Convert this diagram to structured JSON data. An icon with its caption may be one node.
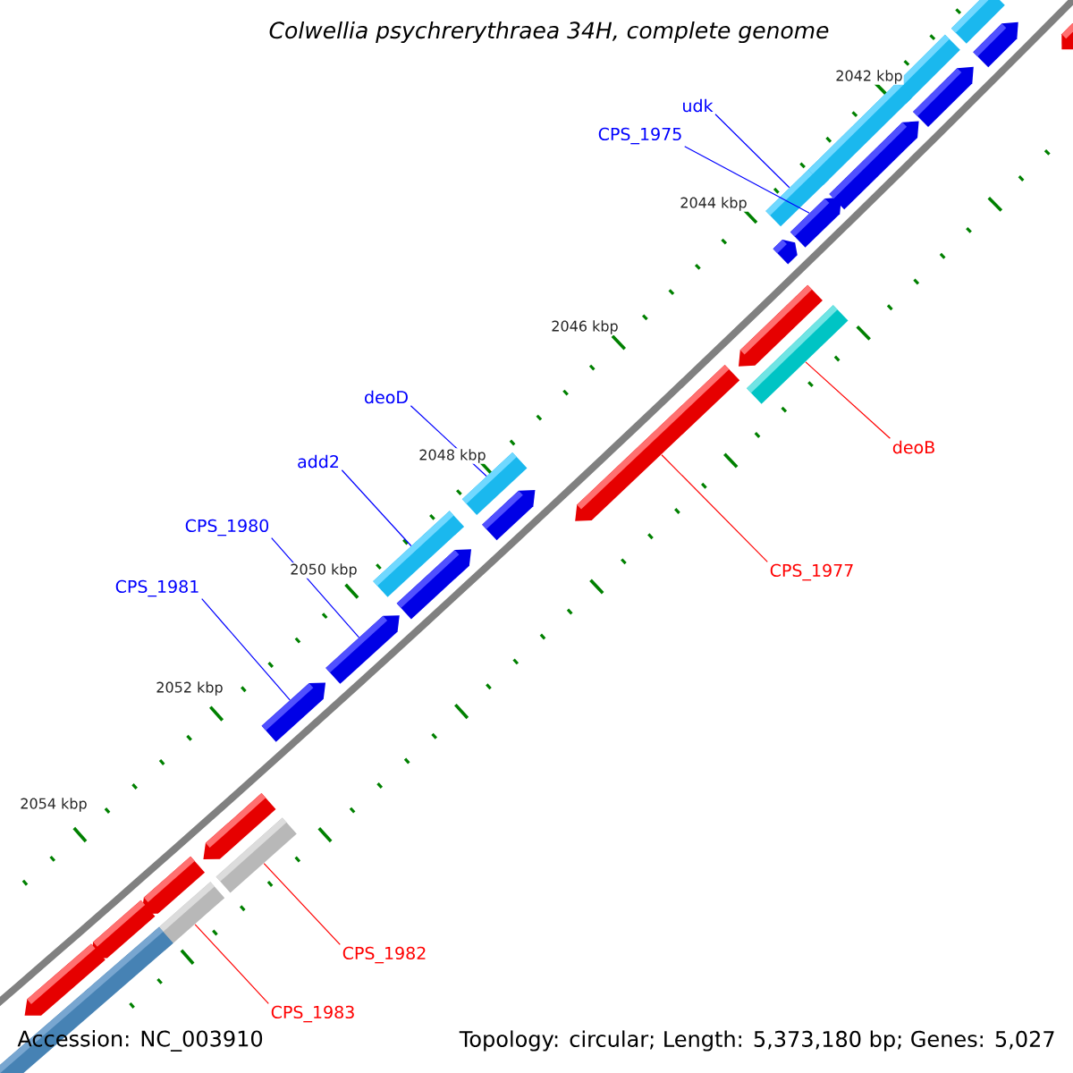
{
  "diagram": {
    "title": "Colwellia psychrerythraea 34H, complete genome",
    "nodes": [
      {
        "text": [
          "udk"
        ]
      },
      {
        "text": [
          "CPS_1975"
        ]
      },
      {
        "text": [
          "deoD"
        ]
      },
      {
        "text": [
          "deoB"
        ]
      },
      {
        "text": [
          "add2"
        ]
      },
      {
        "text": [
          "CPS_1980"
        ]
      },
      {
        "text": [
          "CPS_1977"
        ]
      },
      {
        "text": [
          "CPS_1981"
        ]
      },
      {
        "text": [
          "CPS_1982"
        ]
      },
      {
        "text": [
          "CPS_1983"
        ]
      },
      {
        "text": [],
        "shape": "bar"
      },
      {
        "text": [],
        "shape": "bar"
      },
      {
        "text": [],
        "shape": "bar"
      },
      {
        "text": [],
        "shape": "bar"
      },
      {
        "text": [],
        "shape": "bar"
      },
      {
        "text": [],
        "shape": "bar"
      },
      {
        "text": [],
        "shape": "bar"
      },
      {
        "text": [],
        "shape": "bar"
      },
      {
        "text": [],
        "shape": "bar"
      },
      {
        "text": [],
        "shape": "bar"
      },
      {
        "text": [],
        "shape": "bar"
      },
      {
        "text": [],
        "shape": "bar"
      },
      {
        "text": [],
        "shape": "bar"
      },
      {
        "text": [],
        "shape": "bar"
      },
      {
        "text": [],
        "shape": "bar"
      },
      {
        "text": [],
        "shape": "bar"
      },
      {
        "text": [],
        "shape": "bar"
      },
      {
        "text": [],
        "shape": "bar"
      },
      {
        "text": [],
        "shape": "bar"
      },
      {
        "text": [],
        "shape": "bar"
      },
      {
        "text": [],
        "shape": "bar"
      },
      {
        "text": [],
        "shape": "bar"
      },
      {
        "text": [],
        "shape": "bar"
      },
      {
        "text": [],
        "shape": "bar"
      },
      {
        "text": [],
        "shape": "bar"
      },
      {
        "text": [],
        "shape": "bar"
      }
    ],
    "edges": [
      {
        "from": 0,
        "to": 10,
        "arrow": "none"
      },
      {
        "from": 1,
        "to": 11,
        "arrow": "none"
      },
      {
        "from": 2,
        "to": 12,
        "arrow": "none"
      },
      {
        "from": 3,
        "to": 13,
        "arrow": "none",
        "color": "#ff0000"
      },
      {
        "from": 4,
        "to": 14,
        "arrow": "none"
      },
      {
        "from": 5,
        "to": 15,
        "arrow": "none"
      },
      {
        "from": 6,
        "to": 16,
        "arrow": "none",
        "color": "#ff0000"
      },
      {
        "from": 7,
        "to": 17,
        "arrow": "none"
      },
      {
        "from": 8,
        "to": 18,
        "arrow": "none",
        "color": "#ff0000"
      },
      {
        "from": 9,
        "to": 19,
        "arrow": "none",
        "color": "#ff0000"
      }
    ],
    "labels": [
      "2042 kbp",
      "2044 kbp",
      "2046 kbp",
      "2048 kbp",
      "2050 kbp",
      "2052 kbp",
      "2054 kbp",
      "Accession: NC_003910",
      "Topology: circular; Length: 5,373,180 bp; Genes: 5,027"
    ]
  }
}
